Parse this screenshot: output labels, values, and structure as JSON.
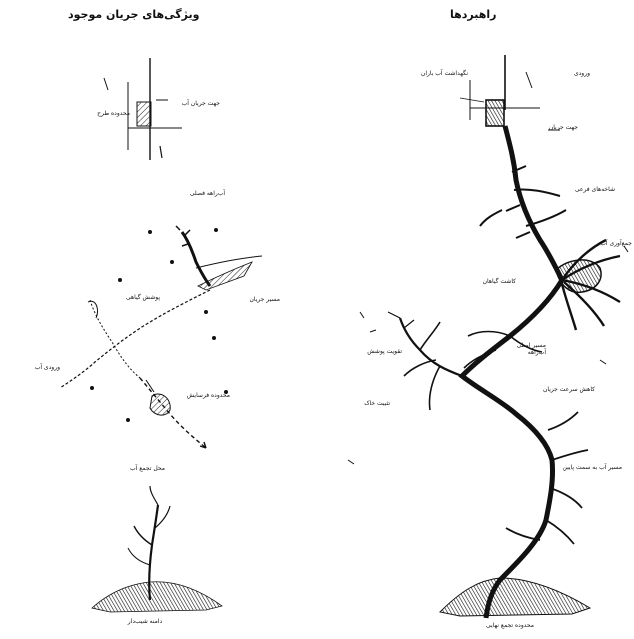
{
  "titles": {
    "left": "ویژگی‌های جریان موجود",
    "right": "راهبردها"
  },
  "left_labels": [
    "جهت جریان آب",
    "محدوده طرح",
    "آب‌راهه فصلی",
    "مسیر جریان",
    "پوشش گیاهی",
    "محدوده فرسایش",
    "ورودی آب",
    "محل تجمع آب",
    "دامنه شیب‌دار"
  ],
  "right_labels": [
    "نگهداشت آب باران",
    "ورودی",
    "جهت جریان",
    "شاخه‌های فرعی",
    "کاشت گیاهان",
    "جمع‌آوری آب",
    "تقویت پوشش",
    "مسیر اصلی آب‌راهه",
    "کاهش سرعت جریان",
    "تثبیت خاک",
    "مسیر آب به سمت پایین",
    "محدوده تجمع نهایی"
  ]
}
